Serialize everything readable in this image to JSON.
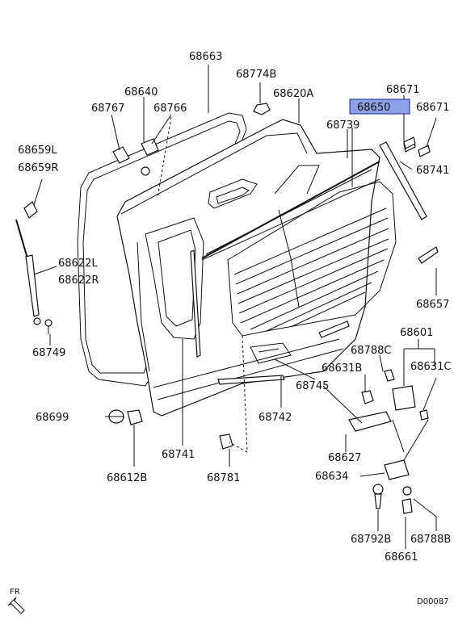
{
  "highlight_color": "#8ea0e6",
  "labels": {
    "p68663": "68663",
    "p68774B": "68774B",
    "p68640": "68640",
    "p68620A": "68620A",
    "p68767": "68767",
    "p68766": "68766",
    "p68671a": "68671",
    "p68650": "68650",
    "p68671b": "68671",
    "p68739": "68739",
    "p68659L": "68659L",
    "p68659R": "68659R",
    "p68741a": "68741",
    "p68622L": "68622L",
    "p68622R": "68622R",
    "p68657": "68657",
    "p68749": "68749",
    "p68601": "68601",
    "p68788C": "68788C",
    "p68631C": "68631C",
    "p68631B": "68631B",
    "p68745": "68745",
    "p68699": "68699",
    "p68742": "68742",
    "p68627": "68627",
    "p68741b": "68741",
    "p68634": "68634",
    "p68612B": "68612B",
    "p68781": "68781",
    "p68792B": "68792B",
    "p68788B": "68788B",
    "p68661": "68661",
    "fr": "FR",
    "code": "D00087"
  }
}
